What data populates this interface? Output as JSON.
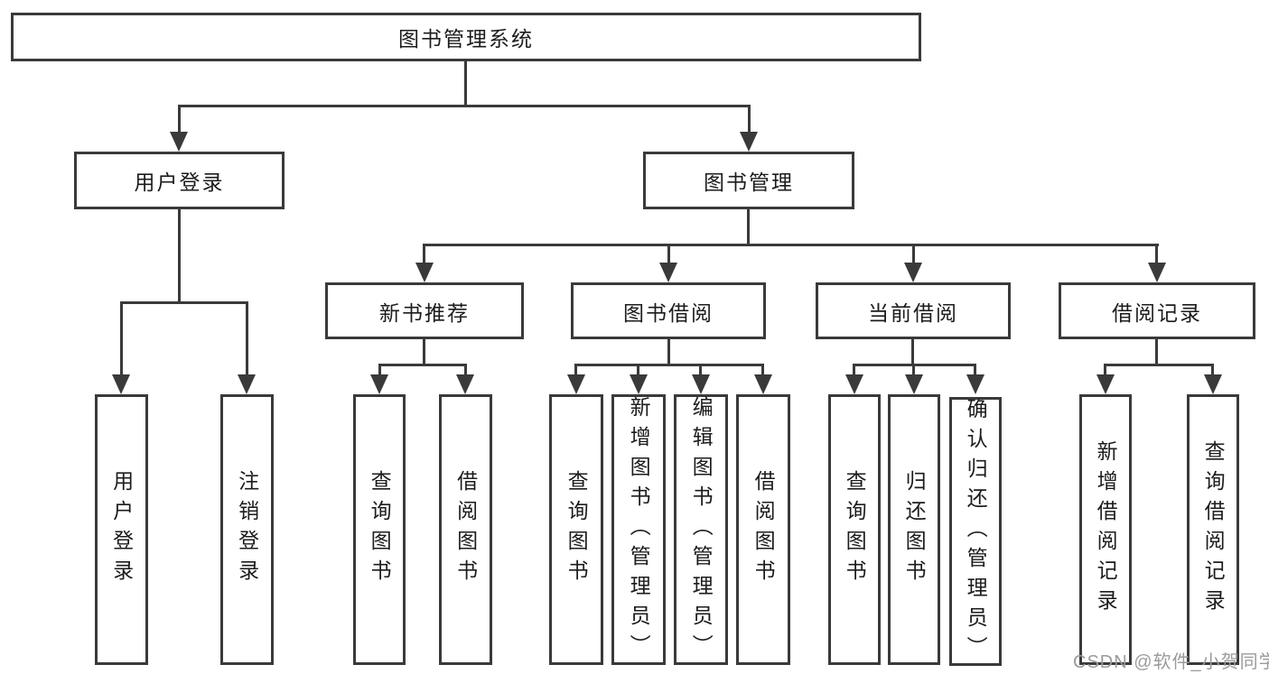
{
  "tree": {
    "root": {
      "label": "图书管理系统"
    },
    "branches": [
      {
        "label": "用户登录",
        "children": [
          {
            "label": "用户登录"
          },
          {
            "label": "注销登录"
          }
        ]
      },
      {
        "label": "图书管理",
        "children": [
          {
            "label": "新书推荐",
            "children": [
              {
                "label": "查询图书"
              },
              {
                "label": "借阅图书"
              }
            ]
          },
          {
            "label": "图书借阅",
            "children": [
              {
                "label": "查询图书"
              },
              {
                "label": "新增图书（管理员）"
              },
              {
                "label": "编辑图书（管理员）"
              },
              {
                "label": "借阅图书"
              }
            ]
          },
          {
            "label": "当前借阅",
            "children": [
              {
                "label": "查询图书"
              },
              {
                "label": "归还图书"
              },
              {
                "label": "确认归还（管理员）"
              }
            ]
          },
          {
            "label": "借阅记录",
            "children": [
              {
                "label": "新增借阅记录"
              },
              {
                "label": "查询借阅记录"
              }
            ]
          }
        ]
      }
    ]
  },
  "watermark": {
    "text": "CSDN @软件_小贺同学"
  },
  "colors": {
    "line": "#3a3a3a",
    "text": "#1c1c1e",
    "background": "#ffffff",
    "watermark": "#9b9b9b"
  }
}
